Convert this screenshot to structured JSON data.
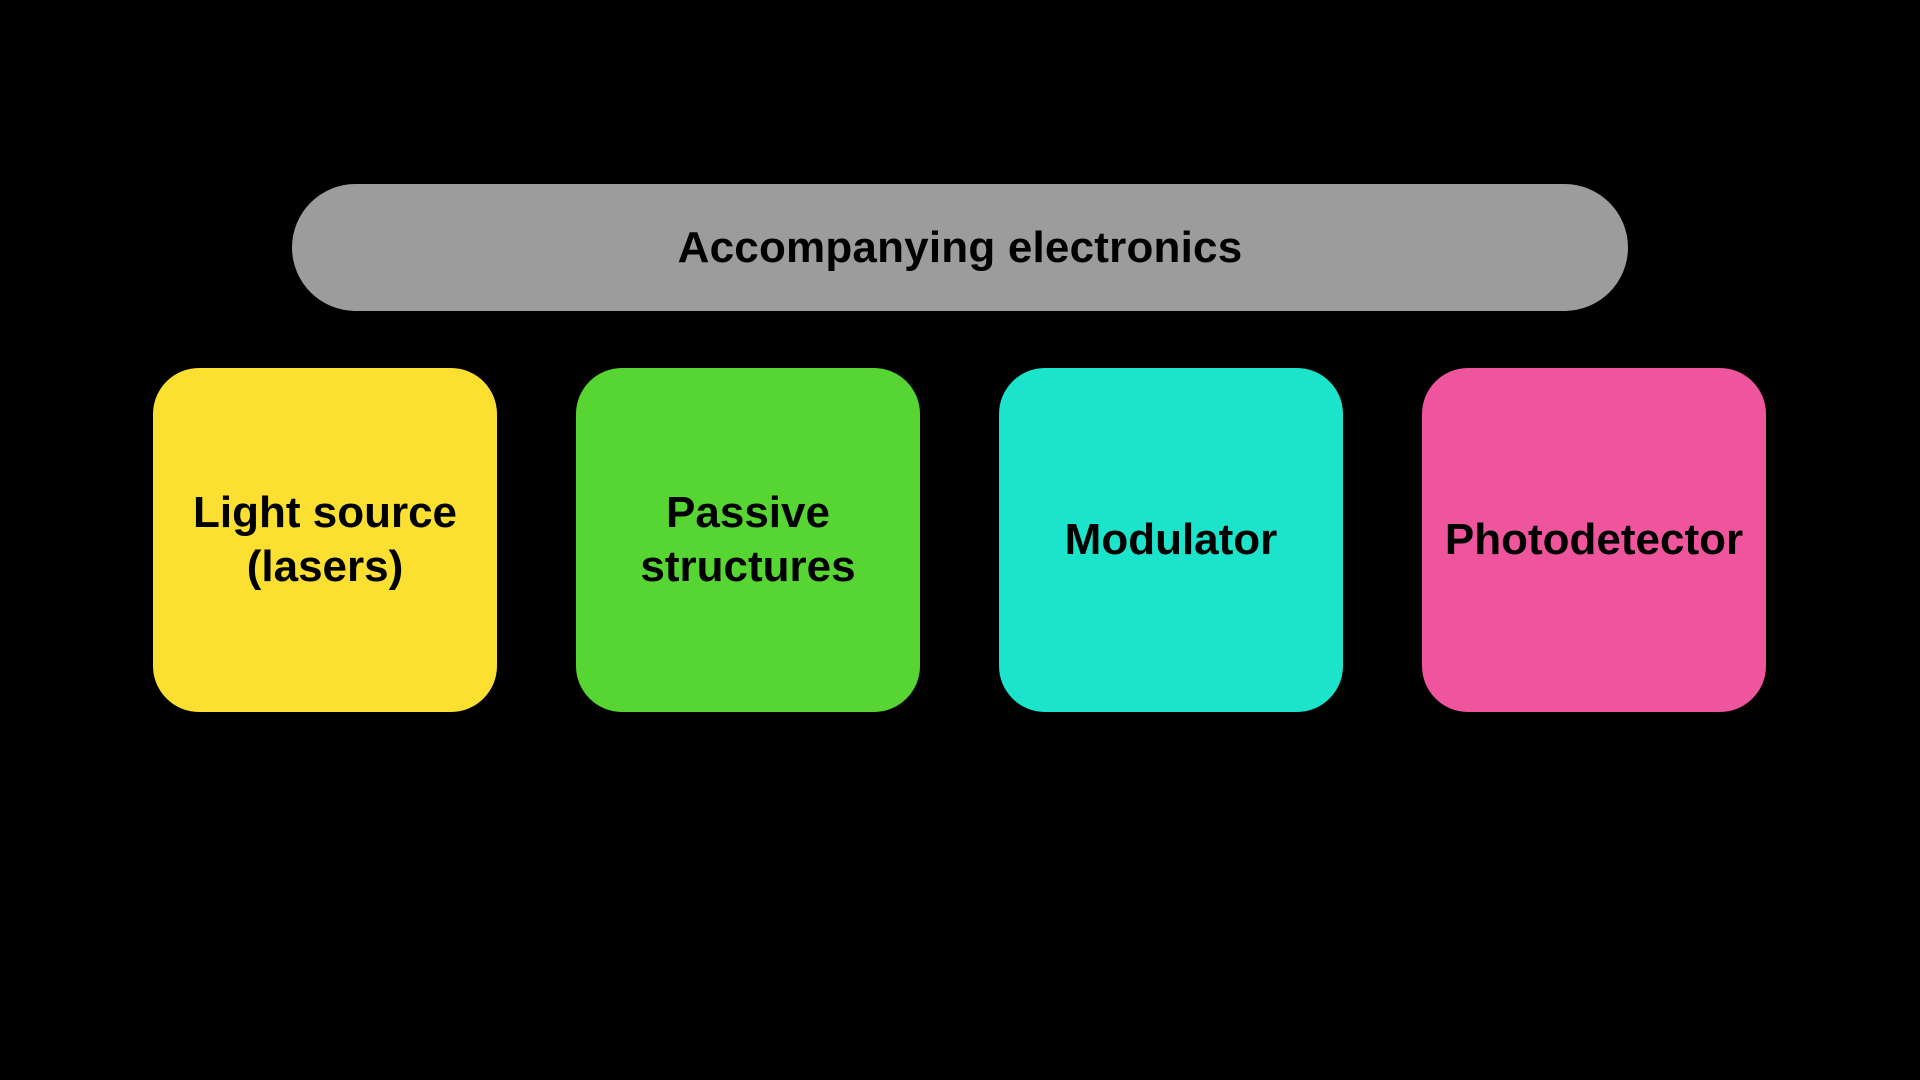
{
  "banner": {
    "label": "Accompanying electronics",
    "color": "#9c9c9c"
  },
  "blocks": [
    {
      "label": "Light source\n(lasers)",
      "color": "#fbdf31"
    },
    {
      "label": "Passive\nstructures",
      "color": "#57d633"
    },
    {
      "label": "Modulator",
      "color": "#1ce4cb"
    },
    {
      "label": "Photodetector",
      "color": "#ef559d"
    }
  ]
}
